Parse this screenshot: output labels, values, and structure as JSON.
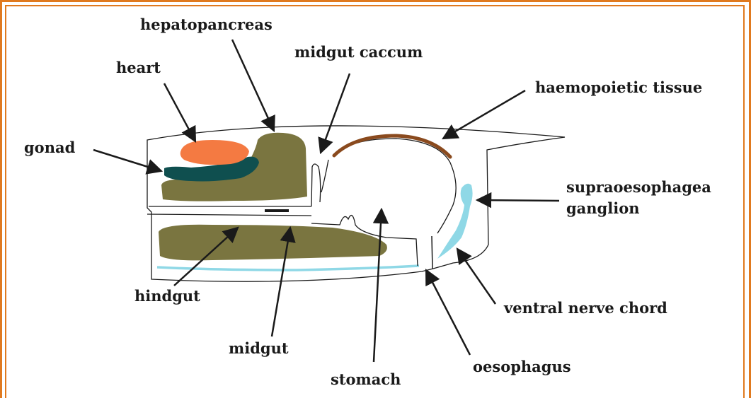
{
  "colors": {
    "frame": "#e07a1f",
    "heart": "#f47a42",
    "hepatopancreas": "#7a7540",
    "gonad": "#0f4f4f",
    "haemopoietic": "#8a4a1e",
    "nerve": "#8fd8e6",
    "outline": "#1a1a1a"
  },
  "labels": {
    "hepatopancreas": "hepatopancreas",
    "heart": "heart",
    "midgut_caecum": "midgut caccum",
    "haemopoietic": "haemopoietic tissue",
    "gonad": "gonad",
    "supra_line1": "supraoesophagea",
    "supra_line2": "ganglion",
    "hindgut": "hindgut",
    "midgut": "midgut",
    "stomach": "stomach",
    "oesophagus": "oesophagus",
    "ventral_nerve": "ventral nerve chord"
  }
}
